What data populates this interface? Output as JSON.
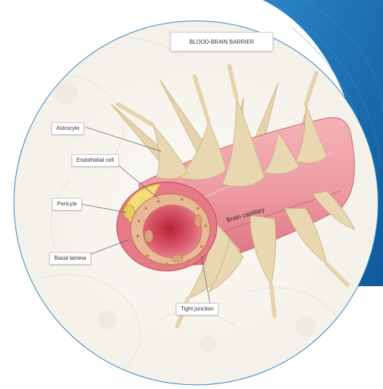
{
  "title": "BLOOD-BRAIN BARRIER",
  "labels": {
    "astrocyte": "Astrocyte",
    "endothelial": "Endothelial cell",
    "pericyte": "Pericyte",
    "basal": "Basal lamina",
    "tight": "Tight junction",
    "capillary": "Brain capillary"
  },
  "colors": {
    "accent_blue": "#1a6fb3",
    "circle_border": "#2a7fc0",
    "astrocyte": "#e8d7b3",
    "capillary_outer": "#e98c94",
    "lumen": "#c8374a",
    "pericyte": "#f2df7a"
  }
}
